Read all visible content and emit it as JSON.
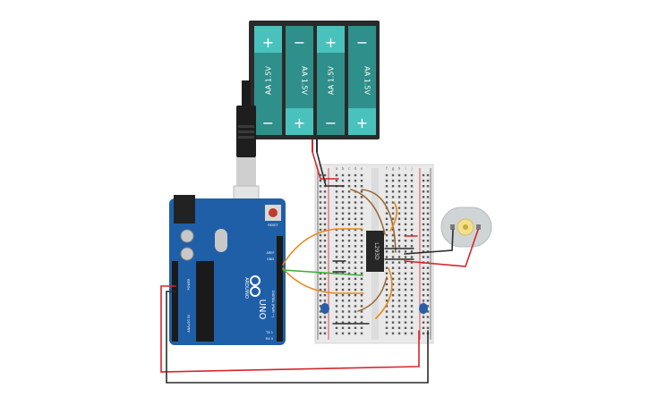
{
  "battery_pack": {
    "cells": [
      {
        "label": "AA 1.5V",
        "top_sign": "+",
        "bottom_sign": "−"
      },
      {
        "label": "AA 1.5V",
        "top_sign": "−",
        "bottom_sign": "+"
      },
      {
        "label": "AA 1.5V",
        "top_sign": "+",
        "bottom_sign": "−"
      },
      {
        "label": "AA 1.5V",
        "top_sign": "−",
        "bottom_sign": "+"
      }
    ],
    "cell_color": "#2f8f8a",
    "cap_color": "#49c2bd"
  },
  "arduino": {
    "brand": "ARDUINO",
    "model": "UNO",
    "digital_label": "DIGITAL (PWM ~)",
    "analog_label": "ANALOG IN",
    "power_label": "POWER",
    "reset_label": "RESET",
    "aref_label": "AREF",
    "gnd_label": "GND",
    "tx_label": "TX 1",
    "rx_label": "RX 0",
    "board_color": "#1f5fa8"
  },
  "chip": {
    "label": "L293D"
  },
  "breadboard": {
    "column_letters_left": [
      "a",
      "b",
      "c",
      "d",
      "e"
    ],
    "column_letters_right": [
      "f",
      "g",
      "h",
      "i",
      "j"
    ]
  },
  "wire_colors": {
    "red": "#d6262b",
    "black": "#2b2b2b",
    "orange": "#e8891b",
    "green": "#3fae3a",
    "brown": "#9b6a3a"
  }
}
